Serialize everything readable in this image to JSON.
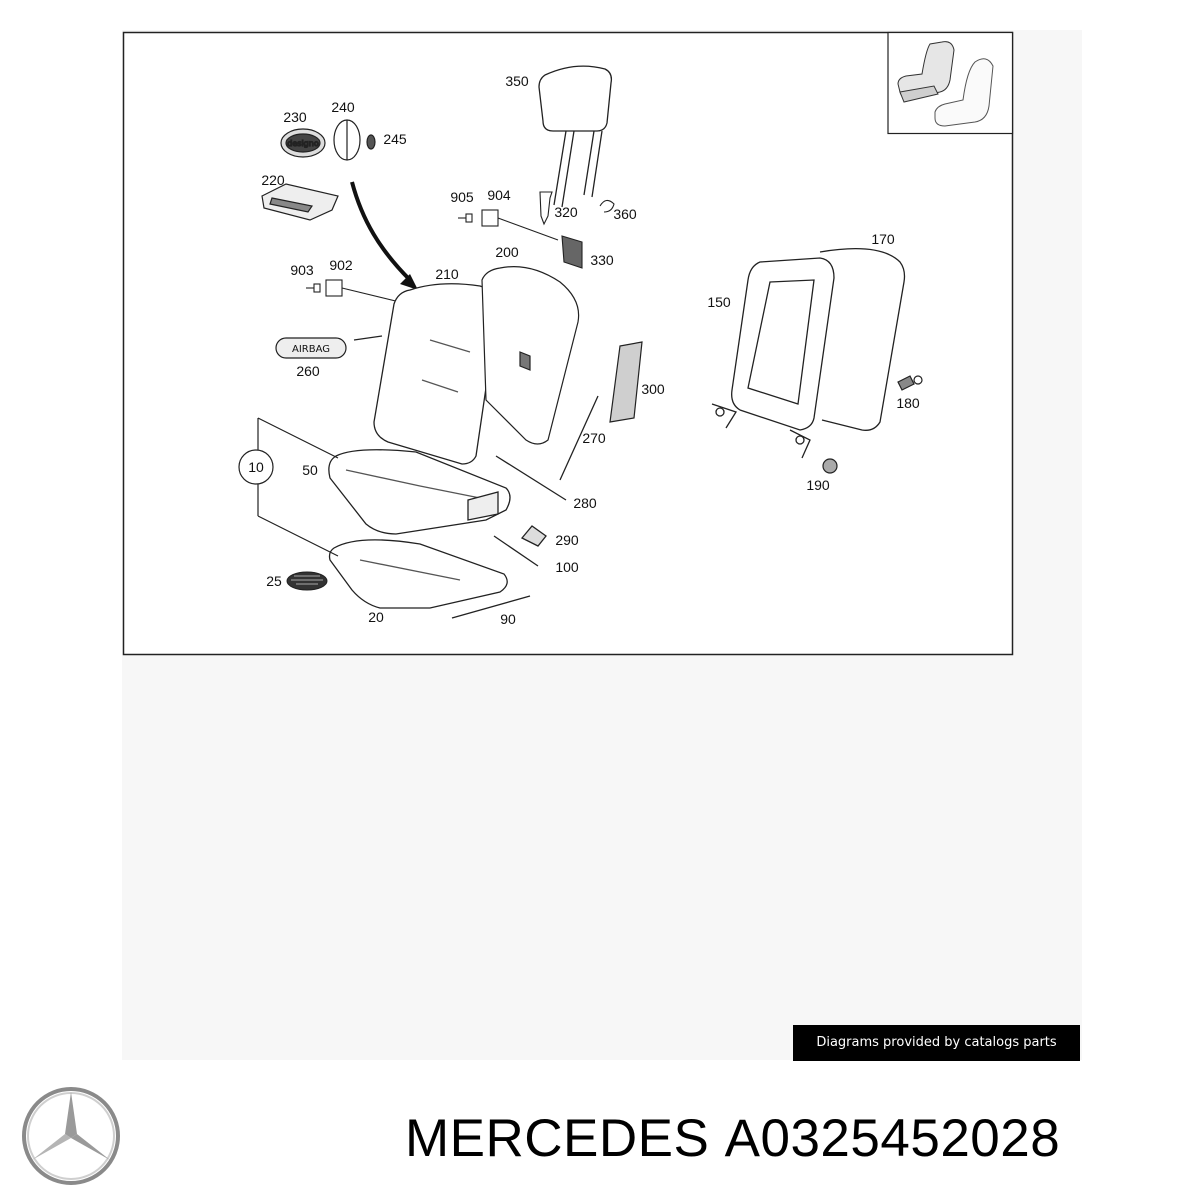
{
  "diagram": {
    "callouts": [
      {
        "id": "350",
        "label": "350"
      },
      {
        "id": "240",
        "label": "240"
      },
      {
        "id": "230",
        "label": "230"
      },
      {
        "id": "245",
        "label": "245"
      },
      {
        "id": "220",
        "label": "220"
      },
      {
        "id": "905",
        "label": "905"
      },
      {
        "id": "904",
        "label": "904"
      },
      {
        "id": "320",
        "label": "320"
      },
      {
        "id": "360",
        "label": "360"
      },
      {
        "id": "330",
        "label": "330"
      },
      {
        "id": "200",
        "label": "200"
      },
      {
        "id": "903",
        "label": "903"
      },
      {
        "id": "902",
        "label": "902"
      },
      {
        "id": "210",
        "label": "210"
      },
      {
        "id": "170",
        "label": "170"
      },
      {
        "id": "150",
        "label": "150"
      },
      {
        "id": "260",
        "label": "260"
      },
      {
        "id": "300",
        "label": "300"
      },
      {
        "id": "180",
        "label": "180"
      },
      {
        "id": "270",
        "label": "270"
      },
      {
        "id": "10",
        "label": "10"
      },
      {
        "id": "50",
        "label": "50"
      },
      {
        "id": "190",
        "label": "190"
      },
      {
        "id": "280",
        "label": "280"
      },
      {
        "id": "290",
        "label": "290"
      },
      {
        "id": "100",
        "label": "100"
      },
      {
        "id": "25",
        "label": "25"
      },
      {
        "id": "20",
        "label": "20"
      },
      {
        "id": "90",
        "label": "90"
      }
    ],
    "airbag_label": "AIRBAG",
    "emblem_text": "designo",
    "highlighted_part": "300"
  },
  "watermark": "Diagrams provided by catalogs parts",
  "product": {
    "brand": "MERCEDES",
    "part_number": "A0325452028"
  }
}
